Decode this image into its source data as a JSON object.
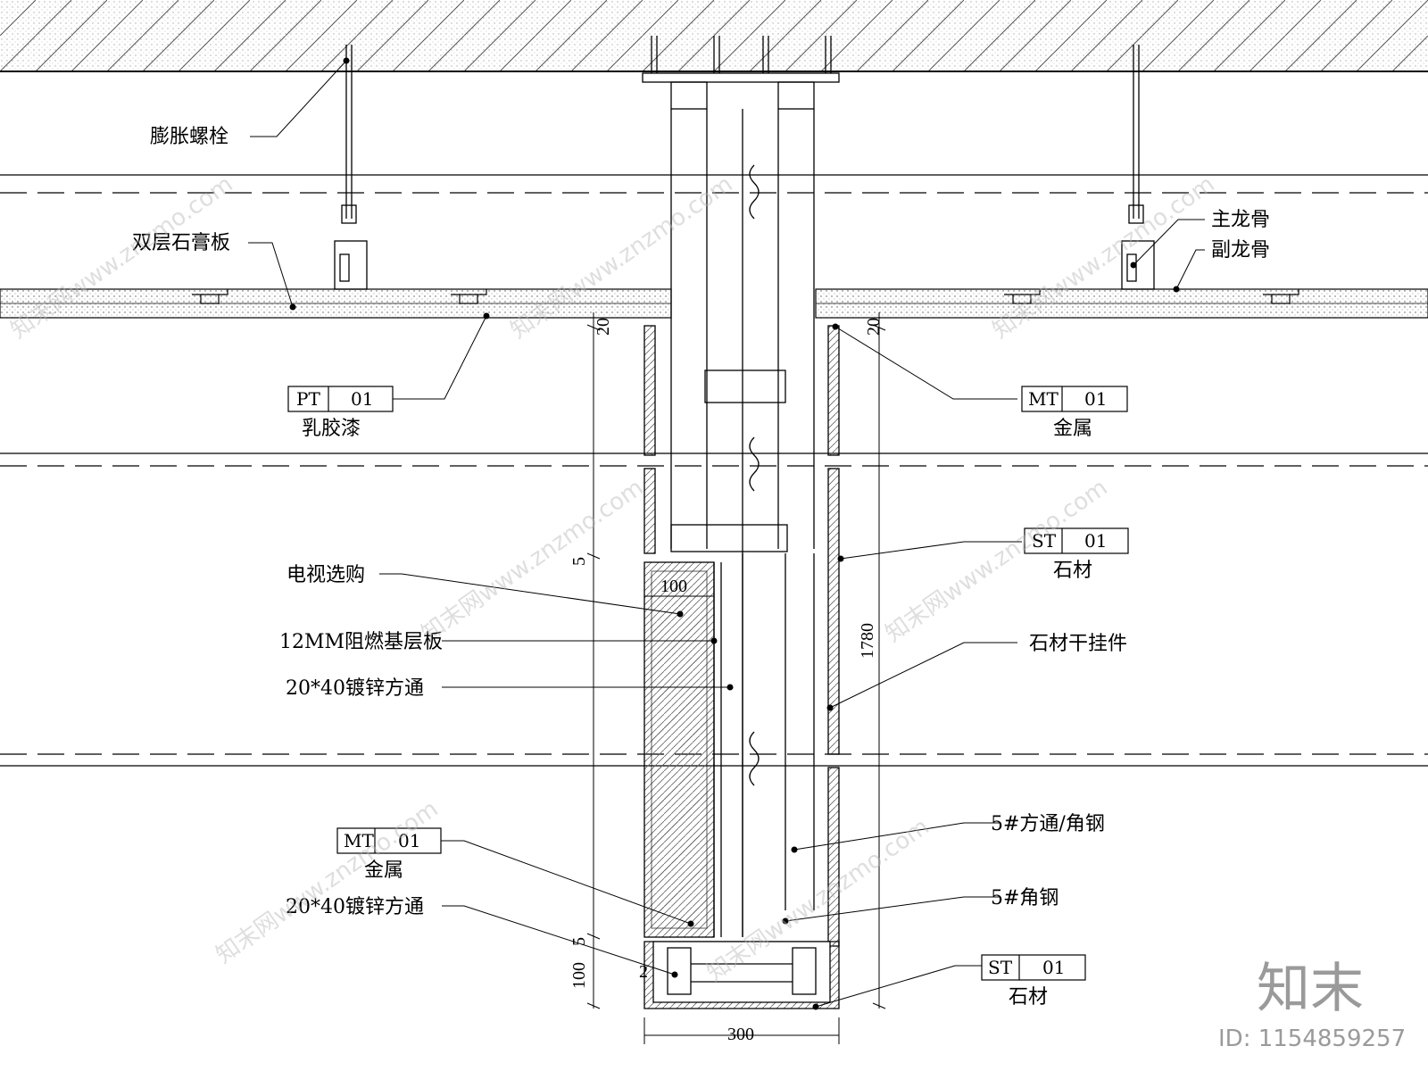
{
  "labels": {
    "expansion_bolt": "膨胀螺栓",
    "double_gypsum": "双层石膏板",
    "main_keel": "主龙骨",
    "sub_keel": "副龙骨",
    "tv_optional": "电视选购",
    "fire_board": "12MM阻燃基层板",
    "galv_tube_1": "20*40镀锌方通",
    "galv_tube_2": "20*40镀锌方通",
    "stone_hanger": "石材干挂件",
    "square_angle": "5#方通/角钢",
    "angle_steel": "5#角钢"
  },
  "tags": {
    "pt01": {
      "code": "PT",
      "num": "01",
      "desc": "乳胶漆"
    },
    "mt01_right": {
      "code": "MT",
      "num": "01",
      "desc": "金属"
    },
    "st01_mid": {
      "code": "ST",
      "num": "01",
      "desc": "石材"
    },
    "mt01_left": {
      "code": "MT",
      "num": "01",
      "desc": "金属"
    },
    "st01_bottom": {
      "code": "ST",
      "num": "01",
      "desc": "石材"
    }
  },
  "dimensions": {
    "d20_left": "20",
    "d20_right": "20",
    "d5_top": "5",
    "d100_tv": "100",
    "d1780": "1780",
    "d5_bottom": "5",
    "d100_bottom": "100",
    "d2": "2",
    "d300": "300"
  },
  "watermark": {
    "text": "知末网www.znzmo.com",
    "brand": "知末",
    "id": "ID: 1154859257"
  }
}
